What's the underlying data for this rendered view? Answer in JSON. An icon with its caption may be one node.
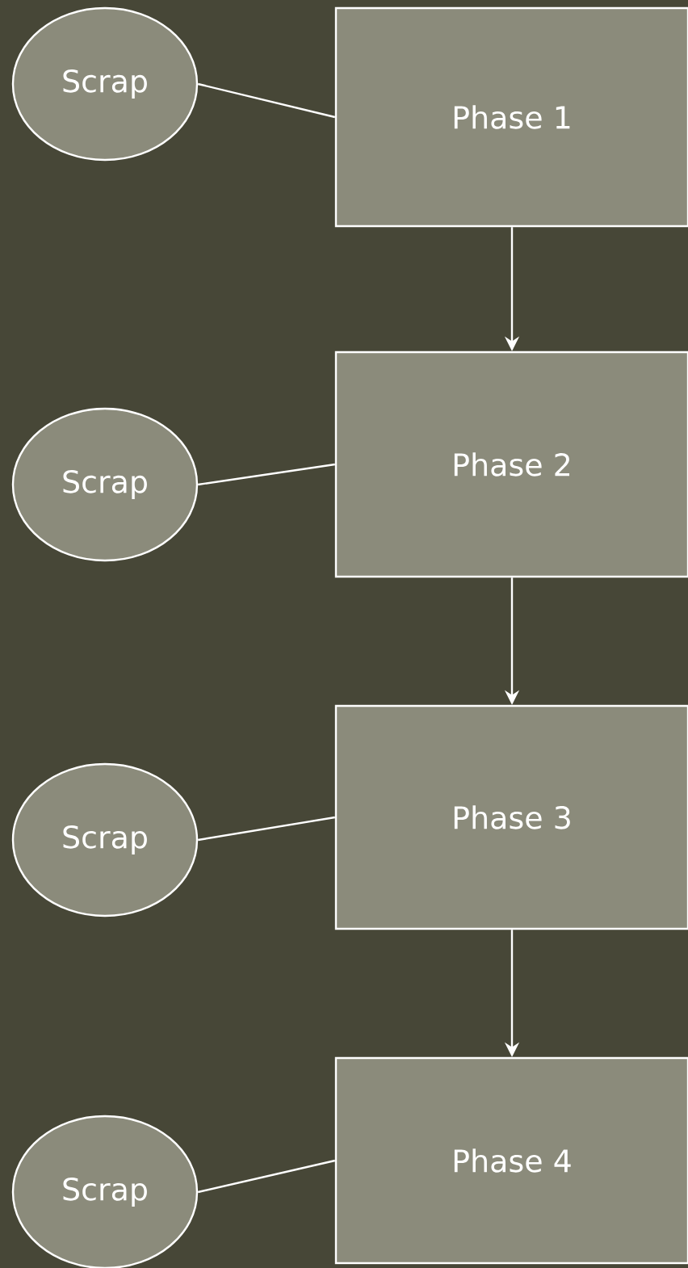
{
  "diagram": {
    "nodes": [
      {
        "text": [
          "Scrap"
        ]
      },
      {
        "text": [
          "Phase 1"
        ]
      },
      {
        "text": [
          "Scrap"
        ]
      },
      {
        "text": [
          "Phase 2"
        ]
      },
      {
        "text": [
          "Scrap"
        ]
      },
      {
        "text": [
          "Phase 3"
        ]
      },
      {
        "text": [
          "Scrap"
        ]
      },
      {
        "text": [
          "Phase 4"
        ]
      }
    ],
    "edges": [
      {
        "from": 0,
        "to": 1,
        "arrow": "none"
      },
      {
        "from": 1,
        "to": 3,
        "arrow": "to"
      },
      {
        "from": 2,
        "to": 3,
        "arrow": "none"
      },
      {
        "from": 3,
        "to": 5,
        "arrow": "to"
      },
      {
        "from": 4,
        "to": 5,
        "arrow": "none"
      },
      {
        "from": 5,
        "to": 7,
        "arrow": "to"
      },
      {
        "from": 6,
        "to": 7,
        "arrow": "none"
      }
    ]
  }
}
